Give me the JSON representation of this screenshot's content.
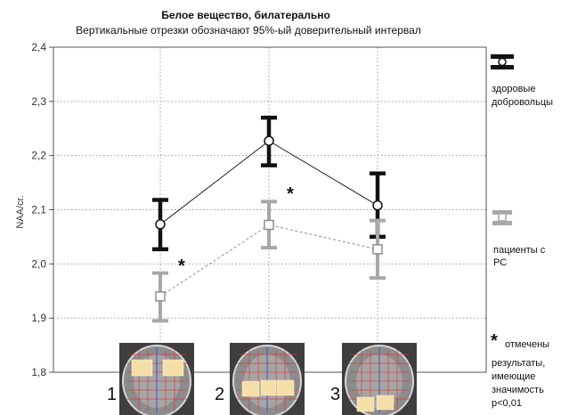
{
  "chart_data": {
    "type": "line",
    "title": "Белое вещество, билатерально",
    "subtitle": "Вертикальные отрезки обозначают 95%-ый доверительный интервал",
    "ylabel": "NAA/cr.",
    "ylim": [
      1.8,
      2.4
    ],
    "yticks": [
      "1,8",
      "1,9",
      "2,0",
      "2,1",
      "2,2",
      "2,3",
      "2,4"
    ],
    "categories": [
      "1",
      "2",
      "3"
    ],
    "grid": true,
    "legend_position": "right",
    "series": [
      {
        "name": "здоровые добровольцы",
        "color": "#111111",
        "line_style": "solid",
        "values": [
          2.073,
          2.227,
          2.108
        ],
        "ci_low": [
          2.027,
          2.182,
          2.05
        ],
        "ci_high": [
          2.118,
          2.27,
          2.167
        ]
      },
      {
        "name": "пациенты с РС",
        "color": "#a8a8a8",
        "line_style": "dashed",
        "values": [
          1.94,
          2.072,
          2.027
        ],
        "ci_low": [
          1.895,
          2.03,
          1.974
        ],
        "ci_high": [
          1.983,
          2.115,
          2.08
        ]
      }
    ],
    "significance_marks": [
      "*",
      "*",
      "*"
    ],
    "significance_note": [
      "отмечены",
      "результаты,",
      "имеющие",
      "значимость",
      "р<0,01"
    ]
  },
  "legend_labels": {
    "healthy": [
      "здоровые",
      "добровольцы"
    ],
    "patients": [
      "пациенты с",
      "РС"
    ]
  },
  "colors": {
    "grid": "#9a9a9a",
    "frame": "#555555",
    "scan_bg": "#8a8a8a",
    "roi": "#f5dfa8",
    "grid_overlay": "#d33"
  }
}
